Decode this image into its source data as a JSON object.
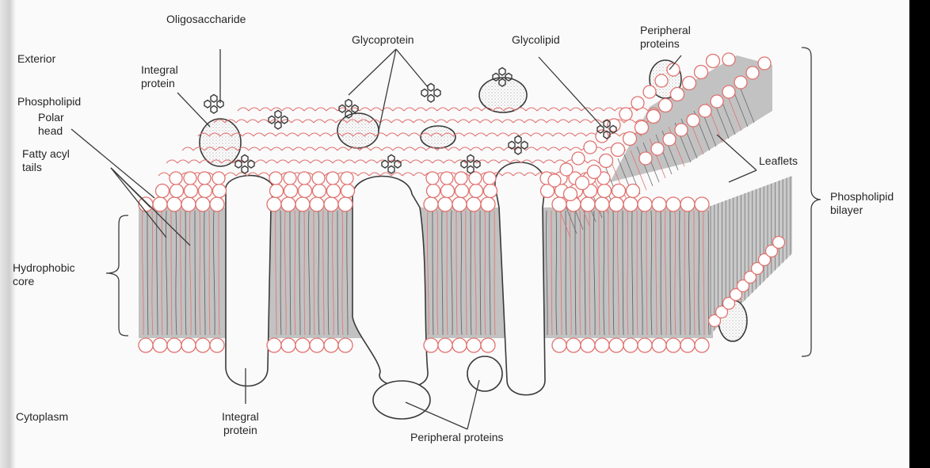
{
  "labels": {
    "exterior": "Exterior",
    "phospholipid": "Phospholipid",
    "polar_head": "Polar\nhead",
    "fatty_acyl_tails": "Fatty acyl\ntails",
    "hydrophobic_core": "Hydrophobic\ncore",
    "cytoplasm": "Cytoplasm",
    "oligosaccharide": "Oligosaccharide",
    "integral_protein_top": "Integral\nprotein",
    "glycoprotein": "Glycoprotein",
    "glycolipid": "Glycolipid",
    "peripheral_proteins_top": "Peripheral\nproteins",
    "leaflets": "Leaflets",
    "phospholipid_bilayer": "Phospholipid\nbilayer",
    "integral_protein_bottom": "Integral\nprotein",
    "peripheral_proteins_bottom": "Peripheral proteins"
  },
  "colors": {
    "background": "#000000",
    "page": "#fafafa",
    "core": "#c2c2c2",
    "head_outline": "#e0726f",
    "ink": "#3a3a3a"
  }
}
